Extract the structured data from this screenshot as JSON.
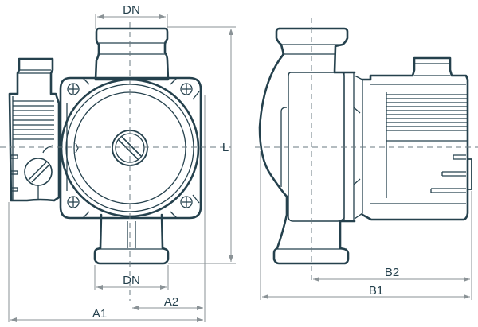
{
  "diagram": {
    "title": "Circulation pump dimensional drawing",
    "views": [
      {
        "name": "front-view"
      },
      {
        "name": "side-view"
      }
    ],
    "labels": {
      "dn_top": "DN",
      "dn_bottom": "DN",
      "length": "L",
      "a1": "A1",
      "a2": "A2",
      "b1": "B1",
      "b2": "B2"
    },
    "colors": {
      "outline": "#25414d",
      "dimension": "#8a9296",
      "centerline": "#6a7a80"
    }
  }
}
